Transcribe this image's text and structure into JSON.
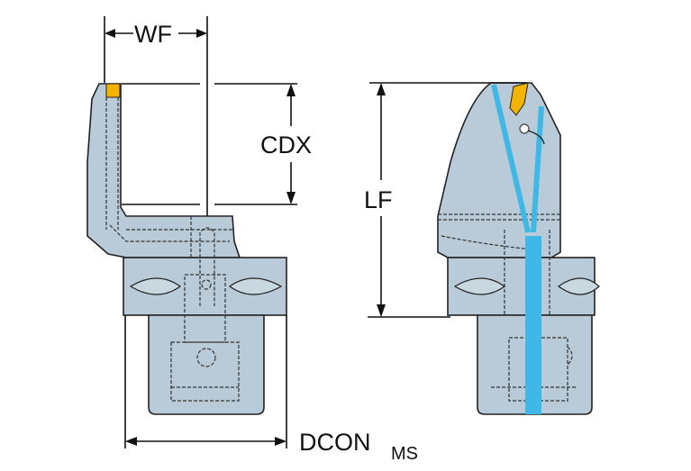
{
  "dimensions": {
    "wf": "WF",
    "cdx": "CDX",
    "lf": "LF",
    "dcon": "DCON",
    "dcon_subscript": "MS"
  },
  "colors": {
    "body": "#b9cbd8",
    "insert": "#f2b400",
    "coolant": "#3fb8e6"
  }
}
